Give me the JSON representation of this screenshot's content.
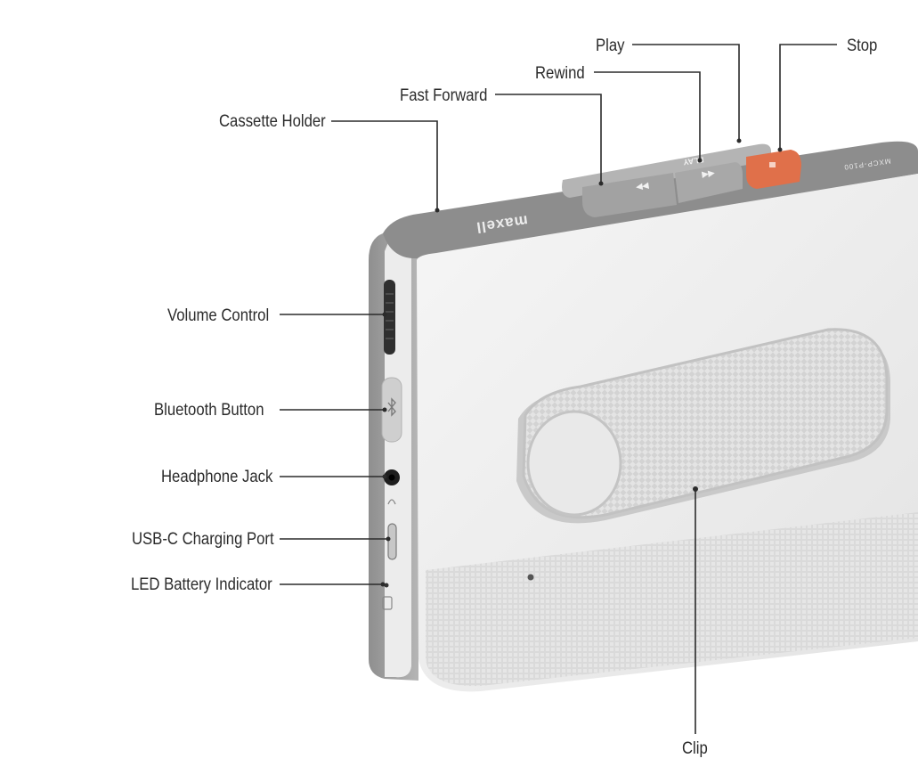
{
  "product": {
    "brand": "maxell",
    "model": "MXCP-P100",
    "button_marks": {
      "play": "PLAY",
      "rewind": "◀◀",
      "fast_forward": "▶▶"
    }
  },
  "callouts": {
    "play": "Play",
    "stop": "Stop",
    "rewind": "Rewind",
    "fast_forward": "Fast Forward",
    "cassette_holder": "Cassette Holder",
    "volume_control": "Volume Control",
    "bluetooth_button": "Bluetooth Button",
    "headphone_jack": "Headphone Jack",
    "usb_c_charging_port": "USB-C Charging Port",
    "led_battery_indicator": "LED Battery Indicator",
    "clip": "Clip"
  },
  "colors": {
    "body_white": "#f1f1f1",
    "top_gray": "#8d8d8d",
    "side_gray": "#a3a3a3",
    "stop_orange": "#e0704a",
    "grille": "#d9d9d9"
  }
}
